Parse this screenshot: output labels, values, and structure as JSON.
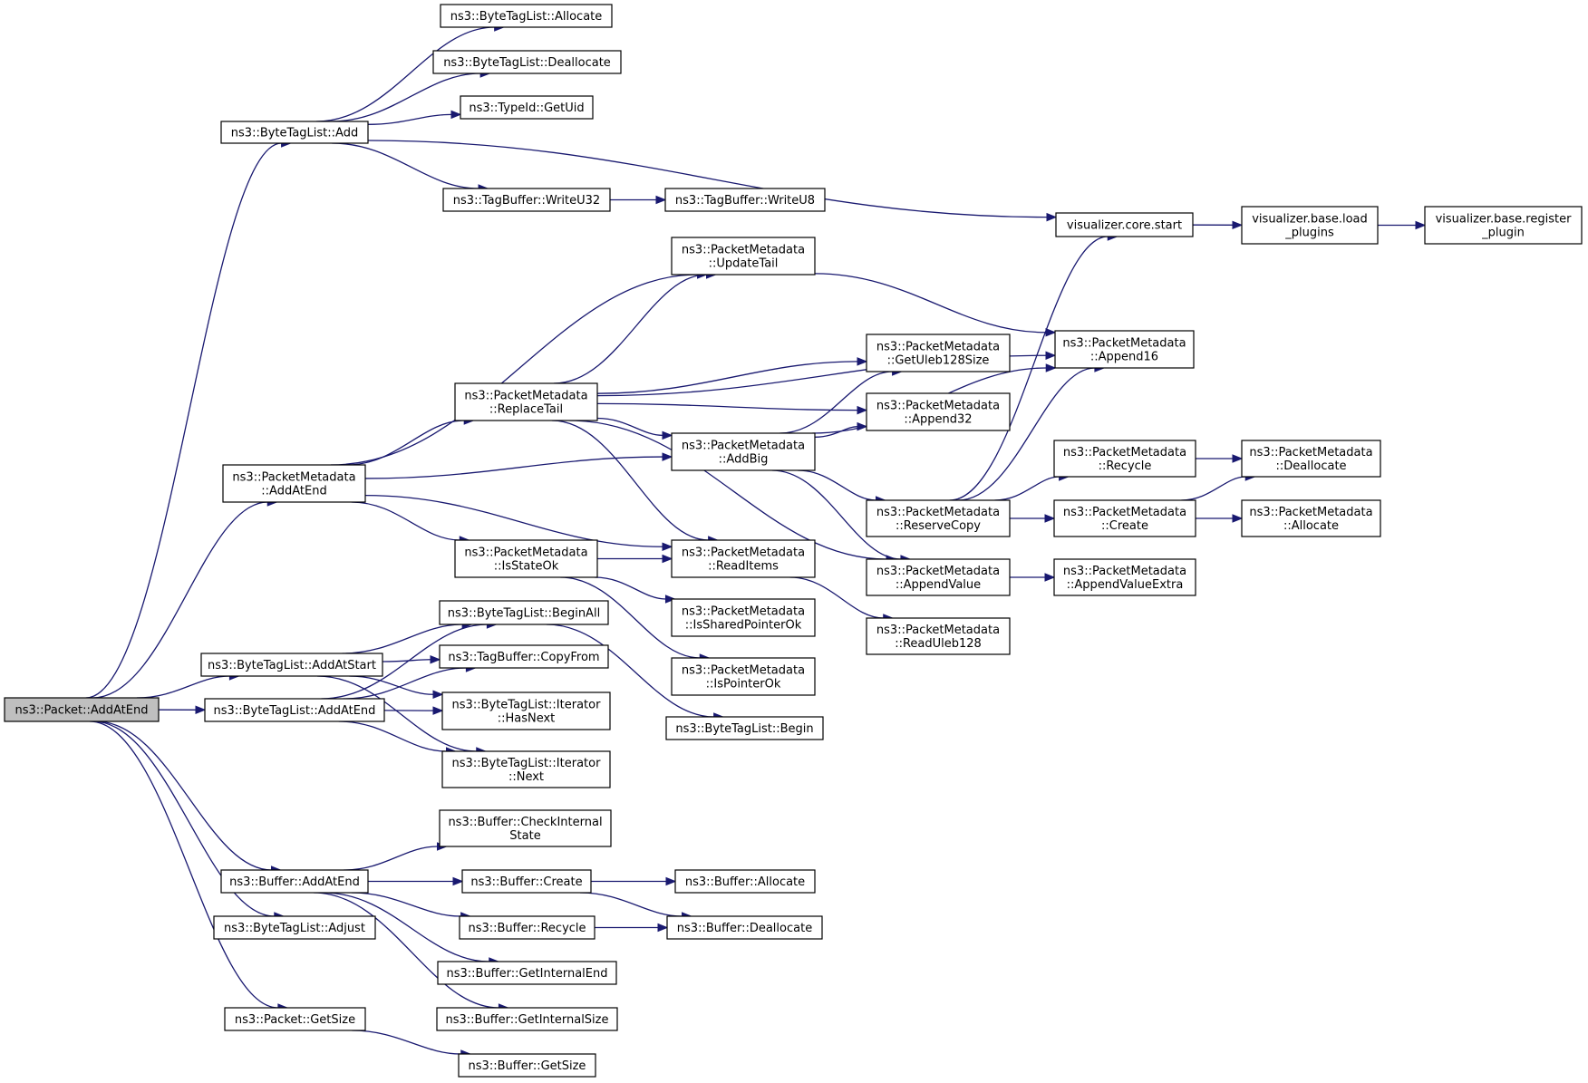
{
  "graph": {
    "root": "n_packet_addatend",
    "nodes": [
      {
        "id": "n_packet_addatend",
        "label": [
          "ns3::Packet::AddAtEnd"
        ]
      },
      {
        "id": "n_btl_add",
        "label": [
          "ns3::ByteTagList::Add"
        ]
      },
      {
        "id": "n_btl_allocate",
        "label": [
          "ns3::ByteTagList::Allocate"
        ]
      },
      {
        "id": "n_btl_deallocate",
        "label": [
          "ns3::ByteTagList::Deallocate"
        ]
      },
      {
        "id": "n_typeid_getuid",
        "label": [
          "ns3::TypeId::GetUid"
        ]
      },
      {
        "id": "n_tb_writeu32",
        "label": [
          "ns3::TagBuffer::WriteU32"
        ]
      },
      {
        "id": "n_tb_writeu8",
        "label": [
          "ns3::TagBuffer::WriteU8"
        ]
      },
      {
        "id": "n_vis_core_start",
        "label": [
          "visualizer.core.start"
        ]
      },
      {
        "id": "n_vis_base_load",
        "label": [
          "visualizer.base.load",
          "_plugins"
        ]
      },
      {
        "id": "n_vis_base_register",
        "label": [
          "visualizer.base.register",
          "_plugin"
        ]
      },
      {
        "id": "n_pm_updatetail",
        "label": [
          "ns3::PacketMetadata",
          "::UpdateTail"
        ]
      },
      {
        "id": "n_pm_append16",
        "label": [
          "ns3::PacketMetadata",
          "::Append16"
        ]
      },
      {
        "id": "n_pm_getuleb",
        "label": [
          "ns3::PacketMetadata",
          "::GetUleb128Size"
        ]
      },
      {
        "id": "n_pm_replacetail",
        "label": [
          "ns3::PacketMetadata",
          "::ReplaceTail"
        ]
      },
      {
        "id": "n_pm_append32",
        "label": [
          "ns3::PacketMetadata",
          "::Append32"
        ]
      },
      {
        "id": "n_pm_addbig",
        "label": [
          "ns3::PacketMetadata",
          "::AddBig"
        ]
      },
      {
        "id": "n_pm_addatend",
        "label": [
          "ns3::PacketMetadata",
          "::AddAtEnd"
        ]
      },
      {
        "id": "n_pm_recycle",
        "label": [
          "ns3::PacketMetadata",
          "::Recycle"
        ]
      },
      {
        "id": "n_pm_deallocate",
        "label": [
          "ns3::PacketMetadata",
          "::Deallocate"
        ]
      },
      {
        "id": "n_pm_reservecopy",
        "label": [
          "ns3::PacketMetadata",
          "::ReserveCopy"
        ]
      },
      {
        "id": "n_pm_create",
        "label": [
          "ns3::PacketMetadata",
          "::Create"
        ]
      },
      {
        "id": "n_pm_allocate",
        "label": [
          "ns3::PacketMetadata",
          "::Allocate"
        ]
      },
      {
        "id": "n_pm_isstateok",
        "label": [
          "ns3::PacketMetadata",
          "::IsStateOk"
        ]
      },
      {
        "id": "n_pm_readitems",
        "label": [
          "ns3::PacketMetadata",
          "::ReadItems"
        ]
      },
      {
        "id": "n_pm_appendvalue",
        "label": [
          "ns3::PacketMetadata",
          "::AppendValue"
        ]
      },
      {
        "id": "n_pm_appendvalueextra",
        "label": [
          "ns3::PacketMetadata",
          "::AppendValueExtra"
        ]
      },
      {
        "id": "n_pm_issharedptr",
        "label": [
          "ns3::PacketMetadata",
          "::IsSharedPointerOk"
        ]
      },
      {
        "id": "n_pm_readuleb",
        "label": [
          "ns3::PacketMetadata",
          "::ReadUleb128"
        ]
      },
      {
        "id": "n_pm_isptrok",
        "label": [
          "ns3::PacketMetadata",
          "::IsPointerOk"
        ]
      },
      {
        "id": "n_btl_beginall",
        "label": [
          "ns3::ByteTagList::BeginAll"
        ]
      },
      {
        "id": "n_btl_addatstart",
        "label": [
          "ns3::ByteTagList::AddAtStart"
        ]
      },
      {
        "id": "n_tb_copyfrom",
        "label": [
          "ns3::TagBuffer::CopyFrom"
        ]
      },
      {
        "id": "n_btl_addatend",
        "label": [
          "ns3::ByteTagList::AddAtEnd"
        ]
      },
      {
        "id": "n_btl_it_hasnext",
        "label": [
          "ns3::ByteTagList::Iterator",
          "::HasNext"
        ]
      },
      {
        "id": "n_btl_begin",
        "label": [
          "ns3::ByteTagList::Begin"
        ]
      },
      {
        "id": "n_btl_it_next",
        "label": [
          "ns3::ByteTagList::Iterator",
          "::Next"
        ]
      },
      {
        "id": "n_buf_checkinternal",
        "label": [
          "ns3::Buffer::CheckInternal",
          "State"
        ]
      },
      {
        "id": "n_buf_addatend",
        "label": [
          "ns3::Buffer::AddAtEnd"
        ]
      },
      {
        "id": "n_buf_create",
        "label": [
          "ns3::Buffer::Create"
        ]
      },
      {
        "id": "n_buf_allocate",
        "label": [
          "ns3::Buffer::Allocate"
        ]
      },
      {
        "id": "n_btl_adjust",
        "label": [
          "ns3::ByteTagList::Adjust"
        ]
      },
      {
        "id": "n_buf_recycle",
        "label": [
          "ns3::Buffer::Recycle"
        ]
      },
      {
        "id": "n_buf_deallocate",
        "label": [
          "ns3::Buffer::Deallocate"
        ]
      },
      {
        "id": "n_buf_getinternalend",
        "label": [
          "ns3::Buffer::GetInternalEnd"
        ]
      },
      {
        "id": "n_buf_getinternalsize",
        "label": [
          "ns3::Buffer::GetInternalSize"
        ]
      },
      {
        "id": "n_packet_getsize",
        "label": [
          "ns3::Packet::GetSize"
        ]
      },
      {
        "id": "n_buf_getsize",
        "label": [
          "ns3::Buffer::GetSize"
        ]
      }
    ],
    "edges": [
      [
        "n_packet_addatend",
        "n_btl_add"
      ],
      [
        "n_packet_addatend",
        "n_pm_addatend"
      ],
      [
        "n_packet_addatend",
        "n_btl_addatstart"
      ],
      [
        "n_packet_addatend",
        "n_btl_addatend"
      ],
      [
        "n_packet_addatend",
        "n_buf_addatend"
      ],
      [
        "n_packet_addatend",
        "n_btl_adjust"
      ],
      [
        "n_packet_addatend",
        "n_packet_getsize"
      ],
      [
        "n_btl_add",
        "n_btl_allocate"
      ],
      [
        "n_btl_add",
        "n_btl_deallocate"
      ],
      [
        "n_btl_add",
        "n_typeid_getuid"
      ],
      [
        "n_btl_add",
        "n_tb_writeu32"
      ],
      [
        "n_btl_add",
        "n_vis_core_start"
      ],
      [
        "n_tb_writeu32",
        "n_tb_writeu8"
      ],
      [
        "n_vis_core_start",
        "n_vis_base_load"
      ],
      [
        "n_vis_base_load",
        "n_vis_base_register"
      ],
      [
        "n_pm_addatend",
        "n_pm_updatetail"
      ],
      [
        "n_pm_addatend",
        "n_pm_replacetail"
      ],
      [
        "n_pm_addatend",
        "n_pm_addbig"
      ],
      [
        "n_pm_addatend",
        "n_pm_isstateok"
      ],
      [
        "n_pm_addatend",
        "n_pm_readitems"
      ],
      [
        "n_pm_updatetail",
        "n_pm_append16"
      ],
      [
        "n_pm_replacetail",
        "n_pm_updatetail"
      ],
      [
        "n_pm_replacetail",
        "n_pm_append16"
      ],
      [
        "n_pm_replacetail",
        "n_pm_getuleb"
      ],
      [
        "n_pm_replacetail",
        "n_pm_append32"
      ],
      [
        "n_pm_replacetail",
        "n_pm_addbig"
      ],
      [
        "n_pm_replacetail",
        "n_pm_readitems"
      ],
      [
        "n_pm_replacetail",
        "n_pm_appendvalue"
      ],
      [
        "n_pm_addbig",
        "n_pm_getuleb"
      ],
      [
        "n_pm_addbig",
        "n_pm_append32"
      ],
      [
        "n_pm_addbig",
        "n_pm_append16"
      ],
      [
        "n_pm_addbig",
        "n_pm_reservecopy"
      ],
      [
        "n_pm_addbig",
        "n_pm_appendvalue"
      ],
      [
        "n_pm_reservecopy",
        "n_vis_core_start"
      ],
      [
        "n_pm_reservecopy",
        "n_pm_append16"
      ],
      [
        "n_pm_reservecopy",
        "n_pm_recycle"
      ],
      [
        "n_pm_reservecopy",
        "n_pm_create"
      ],
      [
        "n_pm_recycle",
        "n_pm_deallocate"
      ],
      [
        "n_pm_create",
        "n_pm_deallocate"
      ],
      [
        "n_pm_create",
        "n_pm_allocate"
      ],
      [
        "n_pm_appendvalue",
        "n_pm_appendvalueextra"
      ],
      [
        "n_pm_isstateok",
        "n_pm_readitems"
      ],
      [
        "n_pm_isstateok",
        "n_pm_issharedptr"
      ],
      [
        "n_pm_isstateok",
        "n_pm_isptrok"
      ],
      [
        "n_pm_readitems",
        "n_pm_readuleb"
      ],
      [
        "n_btl_addatstart",
        "n_btl_beginall"
      ],
      [
        "n_btl_addatstart",
        "n_tb_copyfrom"
      ],
      [
        "n_btl_addatstart",
        "n_btl_it_hasnext"
      ],
      [
        "n_btl_addatstart",
        "n_btl_it_next"
      ],
      [
        "n_btl_addatend",
        "n_btl_beginall"
      ],
      [
        "n_btl_addatend",
        "n_tb_copyfrom"
      ],
      [
        "n_btl_addatend",
        "n_btl_it_hasnext"
      ],
      [
        "n_btl_addatend",
        "n_btl_it_next"
      ],
      [
        "n_btl_beginall",
        "n_btl_begin"
      ],
      [
        "n_buf_addatend",
        "n_buf_checkinternal"
      ],
      [
        "n_buf_addatend",
        "n_buf_create"
      ],
      [
        "n_buf_addatend",
        "n_buf_recycle"
      ],
      [
        "n_buf_addatend",
        "n_buf_getinternalend"
      ],
      [
        "n_buf_addatend",
        "n_buf_getinternalsize"
      ],
      [
        "n_buf_create",
        "n_buf_allocate"
      ],
      [
        "n_buf_create",
        "n_buf_deallocate"
      ],
      [
        "n_buf_recycle",
        "n_buf_deallocate"
      ],
      [
        "n_packet_getsize",
        "n_buf_getsize"
      ]
    ]
  },
  "colors": {
    "edge": "#191970",
    "node_border": "#000000",
    "node_fill": "#ffffff",
    "root_fill": "#bfbfbf"
  }
}
